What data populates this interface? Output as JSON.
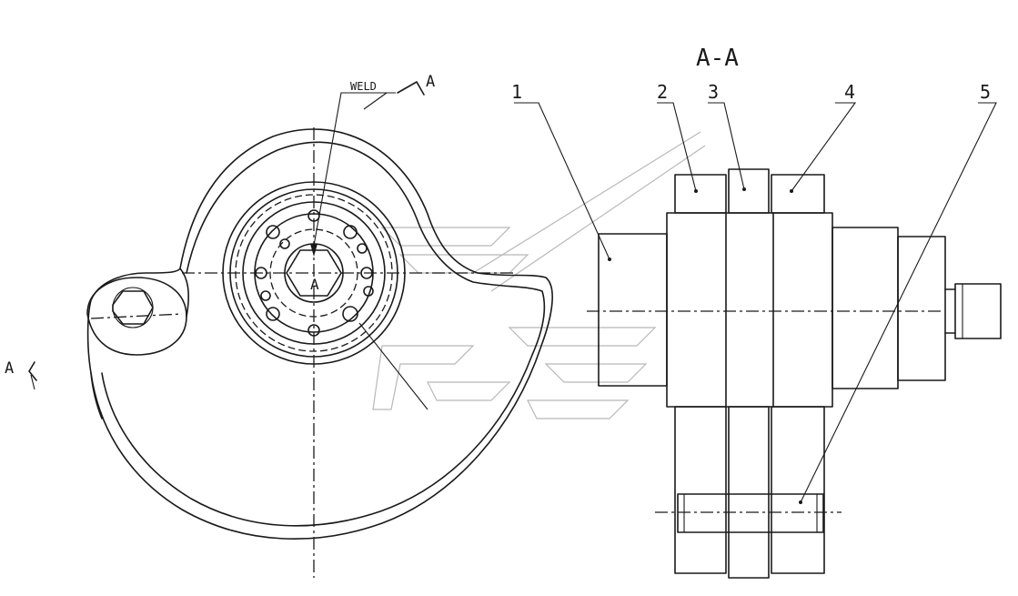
{
  "labels": {
    "section_title": "A-A",
    "weld_note": "WELD",
    "section_mark_top": "A",
    "section_mark_left": "A",
    "hub_center_mark": "A"
  },
  "callouts": [
    {
      "number": "1"
    },
    {
      "number": "2"
    },
    {
      "number": "3"
    },
    {
      "number": "4"
    },
    {
      "number": "5"
    }
  ]
}
